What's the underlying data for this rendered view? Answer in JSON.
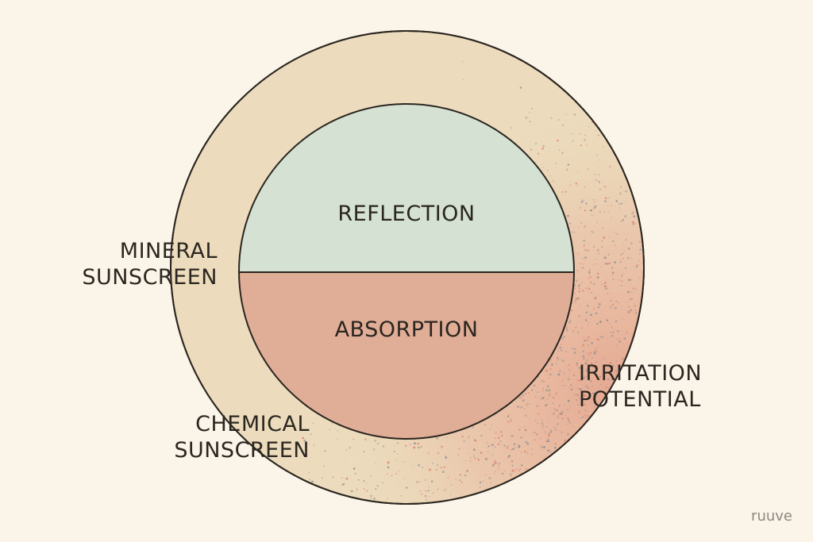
{
  "diagram": {
    "inner_top_label": "REFLECTION",
    "inner_bottom_label": "ABSORPTION",
    "mineral_label": [
      "MINERAL",
      "SUNSCREEN"
    ],
    "chemical_label": [
      "CHEMICAL",
      "SUNSCREEN"
    ],
    "irritation_label": [
      "IRRITATION",
      "POTENTIAL"
    ]
  },
  "watermark": "ruuve",
  "colors": {
    "background": "#fbf4e8",
    "outer_ring": "#ecdcbd",
    "reflection": "#d5e2d3",
    "absorption": "#e0ad97",
    "irritation_stipple": "#d98470",
    "outline": "#2b2620"
  }
}
